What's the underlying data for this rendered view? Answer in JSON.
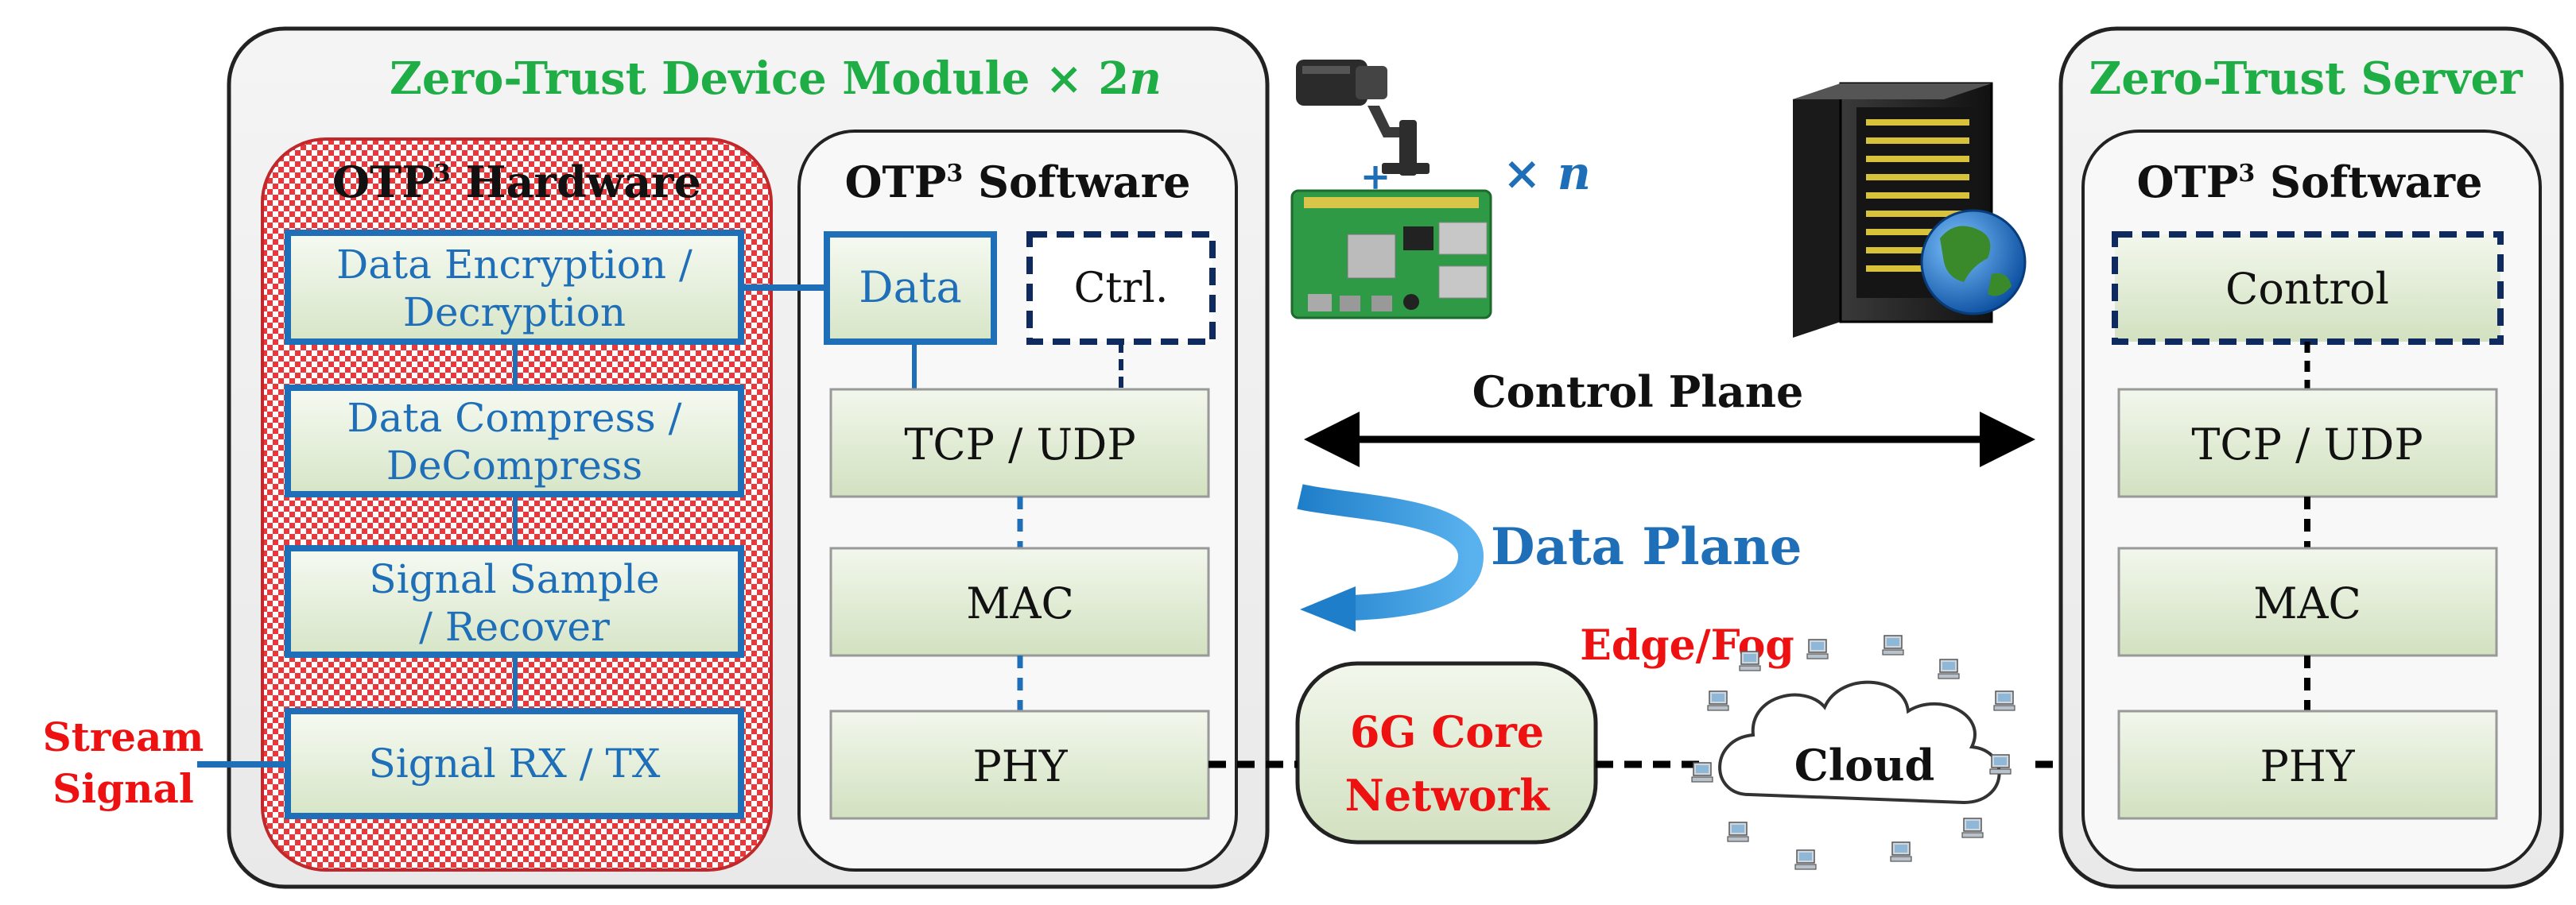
{
  "device_module": {
    "title_prefix": "Zero-Trust Device Module × 2",
    "title_var": "n"
  },
  "hardware": {
    "title_main": "OTP",
    "title_sup": "3",
    "title_rest": " Hardware",
    "blocks": [
      {
        "line1": "Data Encryption /",
        "line2": "Decryption"
      },
      {
        "line1": "Data Compress /",
        "line2": "DeCompress"
      },
      {
        "line1": "Signal Sample",
        "line2": "/ Recover"
      },
      {
        "line1": "Signal RX / TX",
        "line2": ""
      }
    ]
  },
  "device_software": {
    "title_main": "OTP",
    "title_sup": "3",
    "title_rest": " Software",
    "data_label": "Data",
    "ctrl_label": "Ctrl.",
    "layers": [
      "TCP / UDP",
      "MAC",
      "PHY"
    ]
  },
  "stream_signal": {
    "line1": "Stream",
    "line2": "Signal"
  },
  "device_count": {
    "plus": "+",
    "times": "× ",
    "var": "n"
  },
  "control_plane": "Control Plane",
  "data_plane": "Data Plane",
  "core_network": {
    "line1": "6G Core",
    "line2": "Network"
  },
  "edge_fog": "Edge/Fog",
  "cloud": "Cloud",
  "server": {
    "title": "Zero-Trust Server",
    "software_title_main": "OTP",
    "software_title_sup": "3",
    "software_title_rest": " Software",
    "control_label": "Control",
    "layers": [
      "TCP / UDP",
      "MAC",
      "PHY"
    ]
  },
  "colors": {
    "title_green": "#1fae45",
    "blue_text": "#1f6fb8",
    "red_text": "#ee1111",
    "dark_blue_dashed": "#0f2a5e",
    "layer_fill_top": "#eef4e6",
    "layer_fill_bottom": "#d3e2c2",
    "hardware_pattern": "#e8383b"
  },
  "icons": [
    "camera-icon",
    "raspberry-pi-board-icon",
    "server-rack-icon",
    "globe-icon",
    "network-computer-icon"
  ]
}
